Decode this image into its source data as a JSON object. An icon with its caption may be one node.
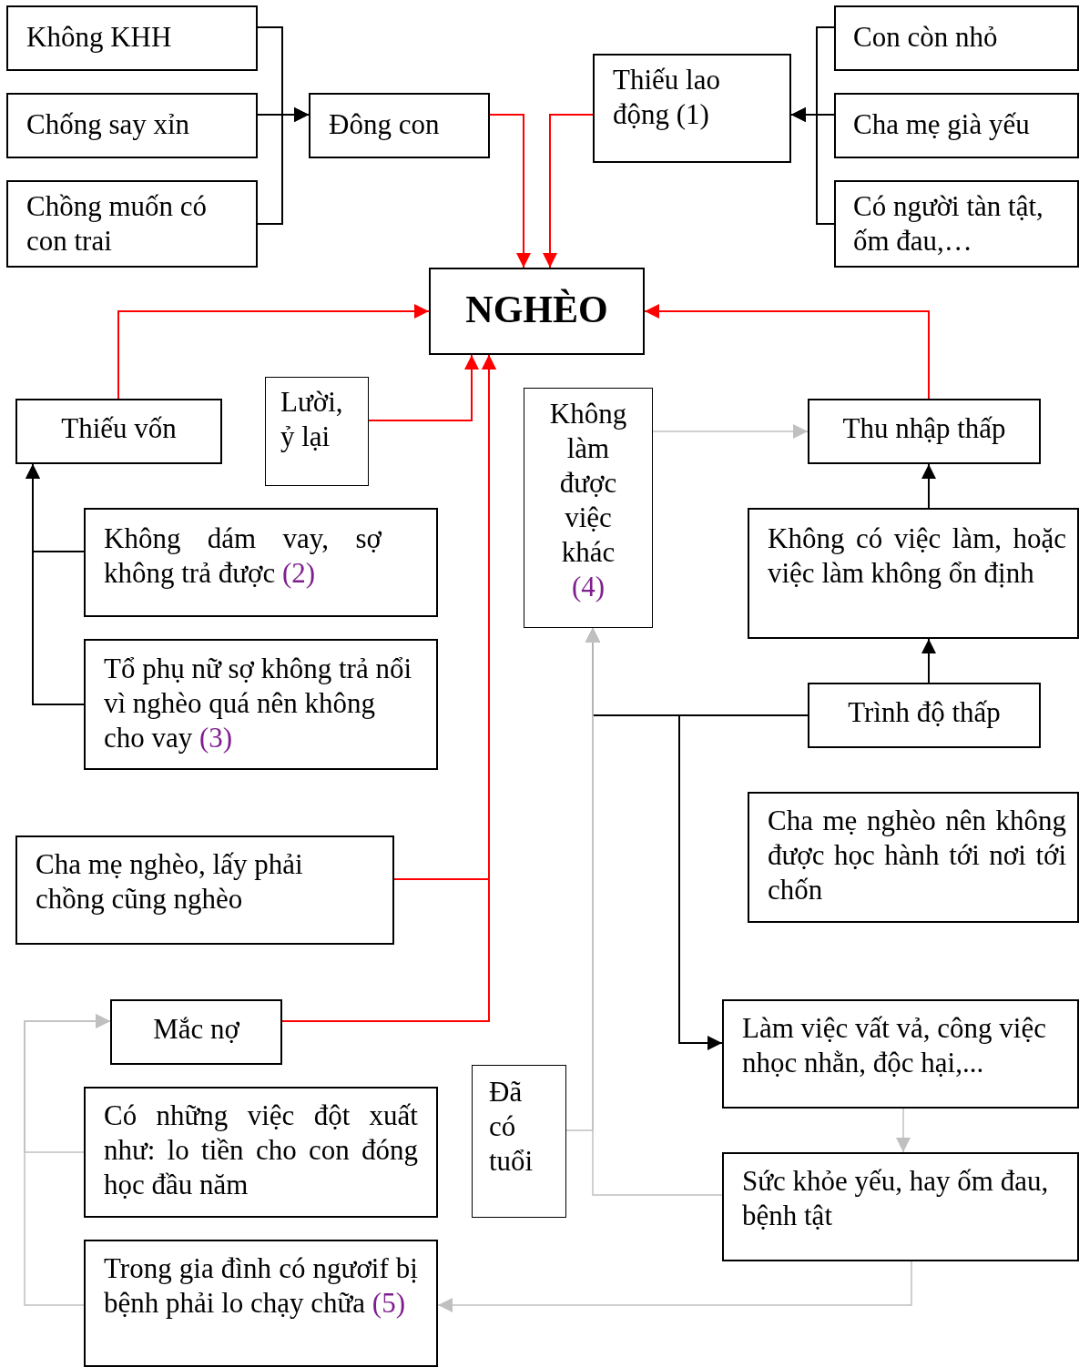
{
  "diagram": {
    "nodes": [
      {
        "text": [
          "Không KHH"
        ]
      },
      {
        "text": [
          "Chống say xỉn"
        ]
      },
      {
        "text": [
          "Chồng muốn có con trai"
        ]
      },
      {
        "text": [
          "Đông con"
        ]
      },
      {
        "text": [
          "Thiếu lao động (1)"
        ]
      },
      {
        "text": [
          "Con còn nhỏ"
        ]
      },
      {
        "text": [
          "Cha mẹ già yếu"
        ]
      },
      {
        "text": [
          "Có người tàn tật, ốm đau,…"
        ]
      },
      {
        "text": [
          "NGHÈO"
        ]
      },
      {
        "text": [
          "Thiếu vốn"
        ]
      },
      {
        "text": [
          "Lười, ỷ lại"
        ]
      },
      {
        "text": [
          "Không làm được việc khác",
          "(4)"
        ]
      },
      {
        "text": [
          "Thu nhập thấp"
        ]
      },
      {
        "text": [
          "Không dám vay, sợ không trả được",
          "(2)"
        ]
      },
      {
        "text": [
          "Không có việc làm, hoặc việc làm không ổn định"
        ]
      },
      {
        "text": [
          "Tổ phụ nữ sợ không trả nổi vì nghèo quá nên không cho vay",
          "(3)"
        ]
      },
      {
        "text": [
          "Trình độ thấp"
        ]
      },
      {
        "text": [
          "Cha mẹ nghèo nên không được học hành tới nơi tới chốn"
        ]
      },
      {
        "text": [
          "Cha mẹ nghèo, lấy phải chồng cũng nghèo"
        ]
      },
      {
        "text": [
          "Mắc nợ"
        ]
      },
      {
        "text": [
          "Làm việc vất vả, công việc nhọc nhằn, độc hại,..."
        ]
      },
      {
        "text": [
          "Có những việc đột xuất như: lo tiền cho con đóng học đầu năm"
        ]
      },
      {
        "text": [
          "Đã có tuổi"
        ]
      },
      {
        "text": [
          "Sức khỏe yếu, hay ốm đau, bệnh tật"
        ]
      },
      {
        "text": [
          "Trong gia đình có ngươif bị bệnh phải lo chạy chữa",
          "(5)"
        ]
      }
    ],
    "edges": [
      {
        "from": 0,
        "to": 3,
        "arrow": "to"
      },
      {
        "from": 1,
        "to": 3,
        "arrow": "to"
      },
      {
        "from": 2,
        "to": 3,
        "arrow": "to"
      },
      {
        "from": 5,
        "to": 4,
        "arrow": "to"
      },
      {
        "from": 6,
        "to": 4,
        "arrow": "to"
      },
      {
        "from": 7,
        "to": 4,
        "arrow": "to"
      },
      {
        "from": 3,
        "to": 8,
        "arrow": "to",
        "color": "#ff0000"
      },
      {
        "from": 4,
        "to": 8,
        "arrow": "to",
        "color": "#ff0000"
      },
      {
        "from": 9,
        "to": 8,
        "arrow": "to",
        "color": "#ff0000"
      },
      {
        "from": 10,
        "to": 8,
        "arrow": "to",
        "color": "#ff0000"
      },
      {
        "from": 11,
        "to": 12,
        "arrow": "to",
        "color": "#c0c0c0"
      },
      {
        "from": 12,
        "to": 8,
        "arrow": "to",
        "color": "#ff0000"
      },
      {
        "from": 14,
        "to": 12,
        "arrow": "to"
      },
      {
        "from": 16,
        "to": 14,
        "arrow": "to"
      },
      {
        "from": 16,
        "to": 11,
        "arrow": "to"
      },
      {
        "from": 16,
        "to": 20,
        "arrow": "to"
      },
      {
        "from": 22,
        "to": 11,
        "arrow": "to",
        "color": "#c0c0c0"
      },
      {
        "from": 23,
        "to": 11,
        "arrow": "to",
        "color": "#c0c0c0"
      },
      {
        "from": 20,
        "to": 23,
        "arrow": "to",
        "color": "#c0c0c0"
      },
      {
        "from": 23,
        "to": 24,
        "arrow": "to",
        "color": "#c0c0c0"
      },
      {
        "from": 13,
        "to": 9,
        "arrow": "to"
      },
      {
        "from": 15,
        "to": 9,
        "arrow": "to"
      },
      {
        "from": 18,
        "to": 8,
        "arrow": "to",
        "color": "#ff0000"
      },
      {
        "from": 19,
        "to": 8,
        "arrow": "to",
        "color": "#ff0000"
      },
      {
        "from": 21,
        "to": 19,
        "arrow": "to",
        "color": "#c0c0c0"
      },
      {
        "from": 24,
        "to": 19,
        "arrow": "to",
        "color": "#c0c0c0"
      }
    ]
  }
}
